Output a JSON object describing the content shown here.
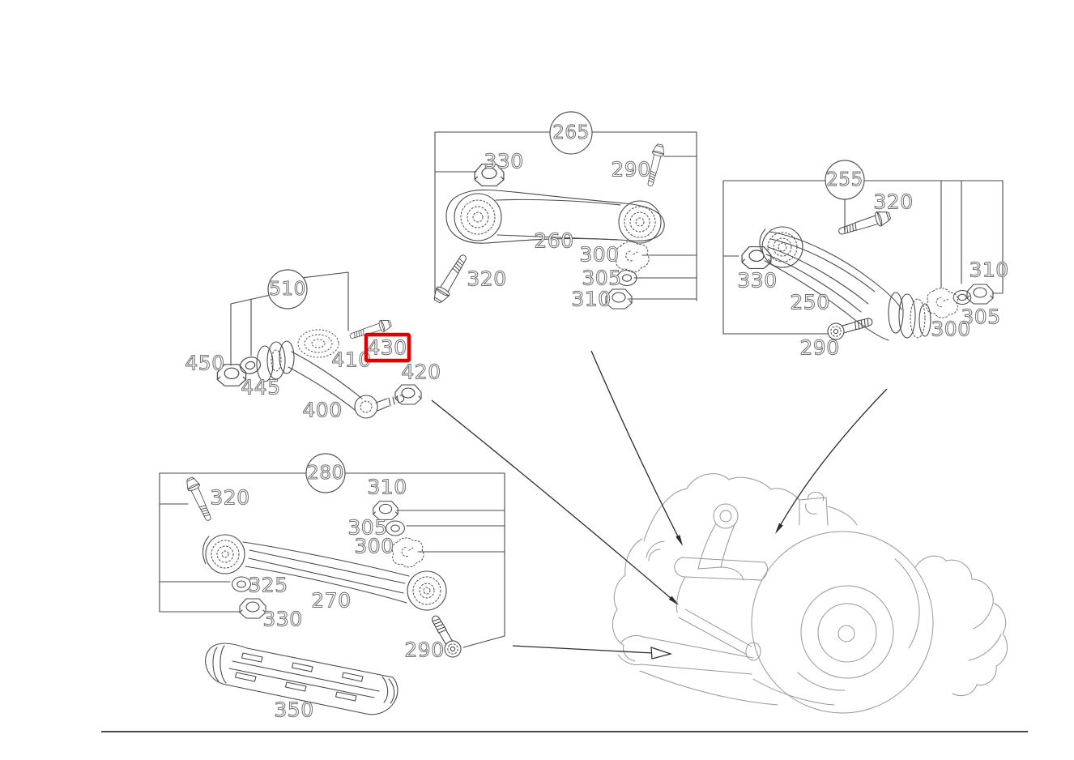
{
  "meta": {
    "type": "automotive-parts-diagram",
    "subject": "rear-axle-control-arms"
  },
  "colors": {
    "line": "#4a4a4a",
    "sketch": "#979797",
    "label_outline": "#6f6f6f",
    "highlight": "#e10000"
  },
  "groups": {
    "g265": {
      "number": "265",
      "callouts": {
        "c330": "330",
        "c290": "290",
        "c260": "260",
        "c320": "320",
        "c300": "300",
        "c305": "305",
        "c310": "310"
      }
    },
    "g255": {
      "number": "255",
      "callouts": {
        "c320": "320",
        "c330": "330",
        "c250": "250",
        "c290": "290",
        "c310": "310",
        "c305": "305",
        "c300": "300"
      }
    },
    "g510": {
      "number": "510",
      "highlighted_callout": "430",
      "callouts": {
        "c450": "450",
        "c445": "445",
        "c400": "400",
        "c410": "410",
        "c430": "430",
        "c420": "420"
      }
    },
    "g280": {
      "number": "280",
      "callouts": {
        "c320": "320",
        "c310": "310",
        "c305": "305",
        "c300": "300",
        "c325": "325",
        "c270": "270",
        "c330": "330",
        "c290": "290"
      }
    },
    "standalone": {
      "callouts": {
        "c350": "350"
      }
    }
  }
}
